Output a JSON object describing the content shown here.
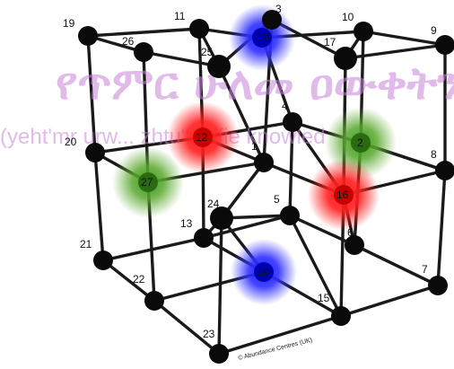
{
  "watermark": {
    "script_text": "የጥምር ሁለመ ዐውቀትን",
    "transliteration": "(yeht'mr urw... zhtu\"unifie knowled"
  },
  "credit": "© Abundance Centres (UK)",
  "highlight_colors": {
    "red": "#ff1f1f",
    "green": "#3a9b1f",
    "blue": "#1f1fff"
  },
  "nodes": [
    {
      "id": "1",
      "label": "1",
      "color": null
    },
    {
      "id": "2",
      "label": "2",
      "color": "green"
    },
    {
      "id": "3",
      "label": "3",
      "color": null
    },
    {
      "id": "4",
      "label": "4",
      "color": null
    },
    {
      "id": "5",
      "label": "5",
      "color": null
    },
    {
      "id": "6",
      "label": "6",
      "color": null
    },
    {
      "id": "7",
      "label": "7",
      "color": null
    },
    {
      "id": "8",
      "label": "8",
      "color": null
    },
    {
      "id": "9",
      "label": "9",
      "color": null
    },
    {
      "id": "10",
      "label": "10",
      "color": null
    },
    {
      "id": "11",
      "label": "11",
      "color": null
    },
    {
      "id": "12",
      "label": "12",
      "color": "red"
    },
    {
      "id": "13",
      "label": "13",
      "color": null
    },
    {
      "id": "14",
      "label": "14",
      "color": "blue"
    },
    {
      "id": "15",
      "label": "15",
      "color": null
    },
    {
      "id": "16",
      "label": "16",
      "color": "red"
    },
    {
      "id": "17",
      "label": "17",
      "color": null
    },
    {
      "id": "18",
      "label": "18",
      "color": "blue"
    },
    {
      "id": "19",
      "label": "19",
      "color": null
    },
    {
      "id": "20",
      "label": "20",
      "color": null
    },
    {
      "id": "21",
      "label": "21",
      "color": null
    },
    {
      "id": "22",
      "label": "22",
      "color": null
    },
    {
      "id": "23",
      "label": "23",
      "color": null
    },
    {
      "id": "24",
      "label": "24",
      "color": null
    },
    {
      "id": "25",
      "label": "25",
      "color": null
    },
    {
      "id": "26",
      "label": "26",
      "color": null
    },
    {
      "id": "27",
      "label": "27",
      "color": "green"
    }
  ],
  "edges": [
    [
      "19",
      "11"
    ],
    [
      "11",
      "18"
    ],
    [
      "18",
      "10"
    ],
    [
      "10",
      "9"
    ],
    [
      "26",
      "25"
    ],
    [
      "25",
      "3"
    ],
    [
      "3",
      "17"
    ],
    [
      "17",
      "9"
    ],
    [
      "20",
      "12"
    ],
    [
      "12",
      "4"
    ],
    [
      "4",
      "2"
    ],
    [
      "2",
      "8"
    ],
    [
      "27",
      "1"
    ],
    [
      "1",
      "16"
    ],
    [
      "16",
      "8"
    ],
    [
      "21",
      "13"
    ],
    [
      "13",
      "5"
    ],
    [
      "5",
      "6"
    ],
    [
      "6",
      "7"
    ],
    [
      "22",
      "14"
    ],
    [
      "14",
      "15"
    ],
    [
      "15",
      "7"
    ],
    [
      "23",
      "15"
    ],
    [
      "19",
      "26"
    ],
    [
      "11",
      "25"
    ],
    [
      "18",
      "3"
    ],
    [
      "10",
      "17"
    ],
    [
      "20",
      "27"
    ],
    [
      "12",
      "1"
    ],
    [
      "4",
      "16"
    ],
    [
      "2",
      "8"
    ],
    [
      "21",
      "22"
    ],
    [
      "13",
      "14"
    ],
    [
      "5",
      "15"
    ],
    [
      "6",
      "7"
    ],
    [
      "24",
      "14"
    ],
    [
      "24",
      "5"
    ],
    [
      "24",
      "1"
    ],
    [
      "24",
      "13"
    ],
    [
      "19",
      "20"
    ],
    [
      "20",
      "21"
    ],
    [
      "26",
      "27"
    ],
    [
      "27",
      "22"
    ],
    [
      "22",
      "23"
    ],
    [
      "11",
      "12"
    ],
    [
      "12",
      "13"
    ],
    [
      "25",
      "1"
    ],
    [
      "1",
      "24"
    ],
    [
      "24",
      "23"
    ],
    [
      "18",
      "4"
    ],
    [
      "4",
      "5"
    ],
    [
      "3",
      "1"
    ],
    [
      "10",
      "2"
    ],
    [
      "2",
      "6"
    ],
    [
      "17",
      "16"
    ],
    [
      "16",
      "6"
    ],
    [
      "16",
      "15"
    ],
    [
      "9",
      "8"
    ],
    [
      "8",
      "7"
    ]
  ]
}
